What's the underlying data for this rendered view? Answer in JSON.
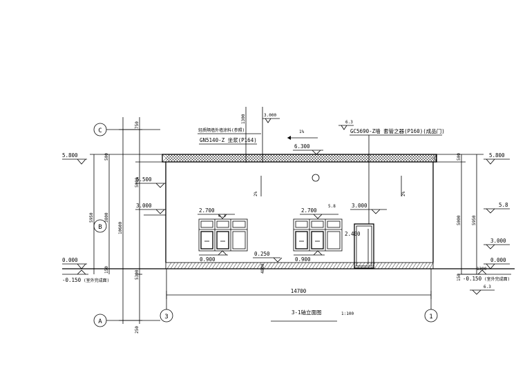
{
  "axes": {
    "c": "C",
    "b": "B",
    "a": "A",
    "n3": "3",
    "n1": "1"
  },
  "elevations": {
    "roof_left": "5.800",
    "roof_right": "5.800",
    "top_mark": "3.000",
    "ridge": "6.300",
    "upper_left": "5.500",
    "mid_left": "3.000",
    "win_left": "2.700",
    "win_mid": "2.700",
    "win_mid_note": "5.8",
    "door_top": "3.000",
    "door_label": "2.400",
    "ground_left": "0.000",
    "ground_right": "0.000",
    "ground_neg_left": "-0.150",
    "ground_neg_right": "-0.150",
    "ground_neg_note": "(室外完成面)",
    "sill_left": "0.900",
    "sill_mid": "0.900",
    "step": "0.250",
    "right_58": "5.8",
    "right_3000": "3.000",
    "small_63_top": "6.3",
    "small_63_right": "6.3"
  },
  "dims": {
    "top_1300": "1300",
    "top_750": "750",
    "left_500": "500",
    "left_5000": "5000",
    "left_5950": "5950",
    "left_3800": "3800",
    "left_10600": "10600",
    "left_150": "150",
    "left_5300": "5300",
    "left_250": "250",
    "right_500": "500",
    "right_5000": "5000",
    "right_5950": "5950",
    "right_150": "150",
    "right_1300": "1300",
    "total_width": "14700",
    "base_4800": "4800"
  },
  "notes": {
    "roof_note": "轻质隔墙外墙涂料(参照)",
    "gn_note": "GN5140-Z 坐浆(P164)",
    "gc_note": "GC5690-Z墙 套管之器(P160)(成品门)",
    "slope_roof": "1%",
    "slope_left": "2%",
    "slope_right": "2%",
    "tiny_6_3": "6.3"
  },
  "title": {
    "main": "3-1轴立面图",
    "scale": "1:100"
  }
}
